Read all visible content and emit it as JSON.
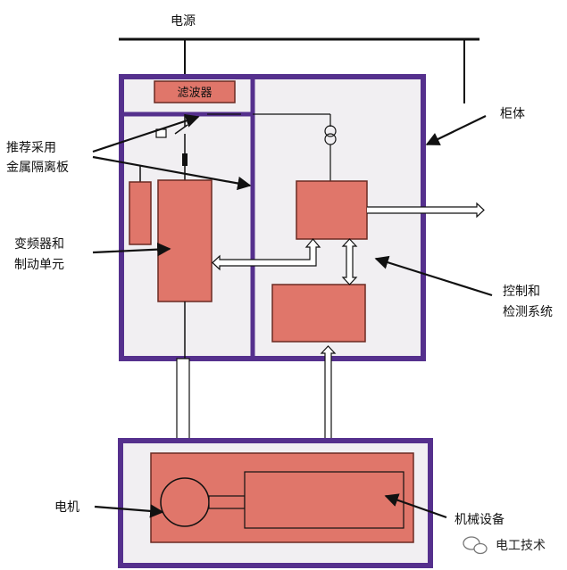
{
  "labels": {
    "power_source": "电源",
    "filter": "滤波器",
    "isolation_plate_line1": "推荐采用",
    "isolation_plate_line2": "金属隔离板",
    "inverter_line1": "变频器和",
    "inverter_line2": "制动单元",
    "cabinet": "柜体",
    "control_line1": "控制和",
    "control_line2": "检测系统",
    "motor": "电机",
    "machinery": "机械设备"
  },
  "watermark": {
    "icon": "wechat-icon",
    "text": "电工技术"
  },
  "colors": {
    "frame": "#55308d",
    "component": "#e0766a",
    "component_border": "#6b2a23",
    "panel": "#f1eff2",
    "line": "#111111"
  }
}
